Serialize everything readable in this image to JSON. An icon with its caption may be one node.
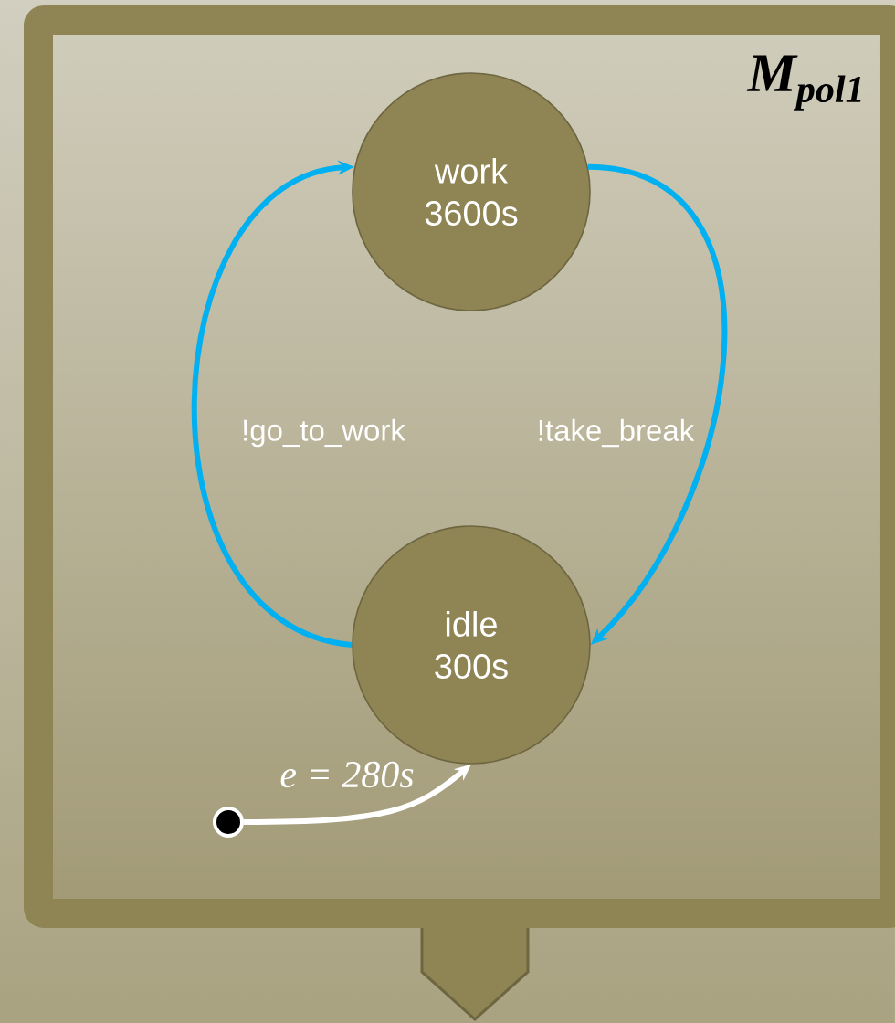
{
  "diagram": {
    "nodes": [
      {
        "text": [
          "M$_{pol1}$"
        ]
      },
      {
        "text": [
          "work",
          "3600s"
        ],
        "in": 0
      },
      {
        "text": [
          "idle",
          "300s"
        ],
        "in": 0
      },
      {
        "text": [],
        "shape": "circle",
        "in": 0
      }
    ],
    "edges": [
      {
        "from": 2,
        "to": 1,
        "arrow": "to",
        "label": "!go_to_work"
      },
      {
        "from": 1,
        "to": 2,
        "arrow": "to",
        "label": "!take_break"
      },
      {
        "from": 3,
        "to": 2,
        "arrow": "to",
        "label": "e = 280s",
        "color": "#ffffff"
      }
    ]
  }
}
